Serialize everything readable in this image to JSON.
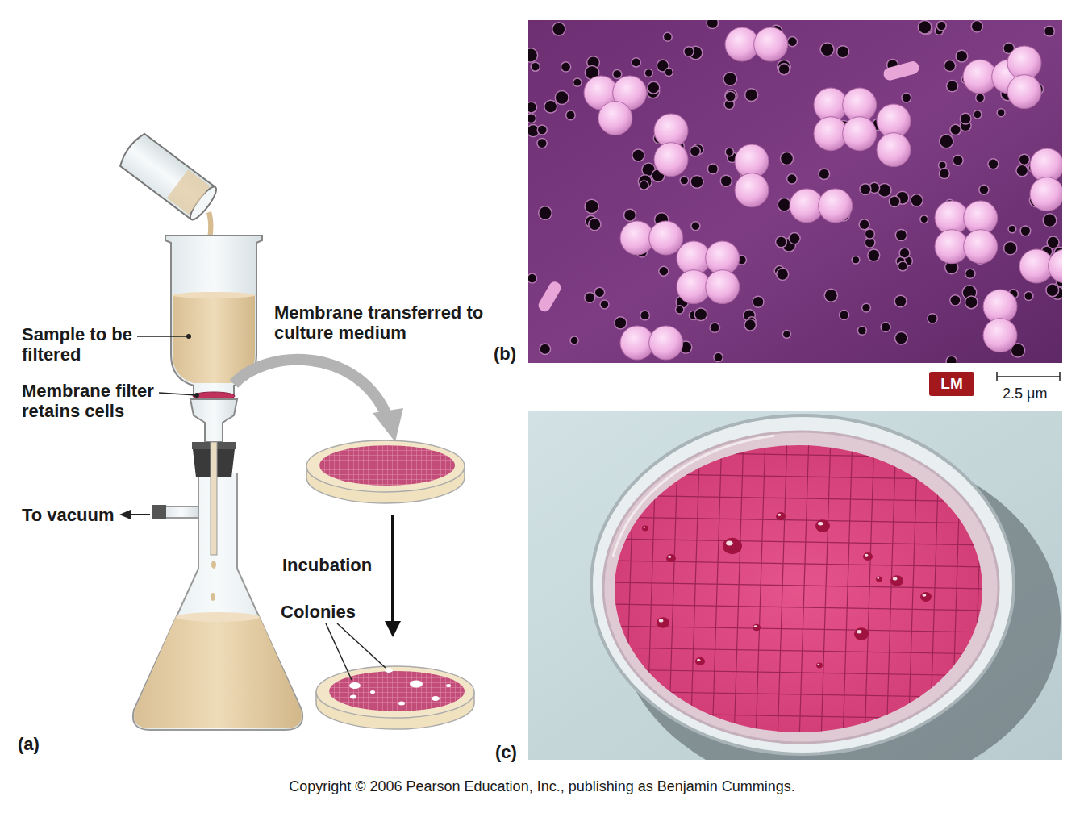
{
  "diagram": {
    "nodes": [
      {
        "text": [
          "LM"
        ]
      }
    ],
    "labels": [
      "Sample to be filtered",
      "Membrane filter retains cells",
      "To vacuum",
      "Membrane transferred to culture medium",
      "Incubation",
      "Colonies",
      "(a)",
      "(b)",
      "2.5 μm",
      "(c)",
      "Copyright © 2006 Pearson Education, Inc., publishing as Benjamin Cummings."
    ]
  }
}
